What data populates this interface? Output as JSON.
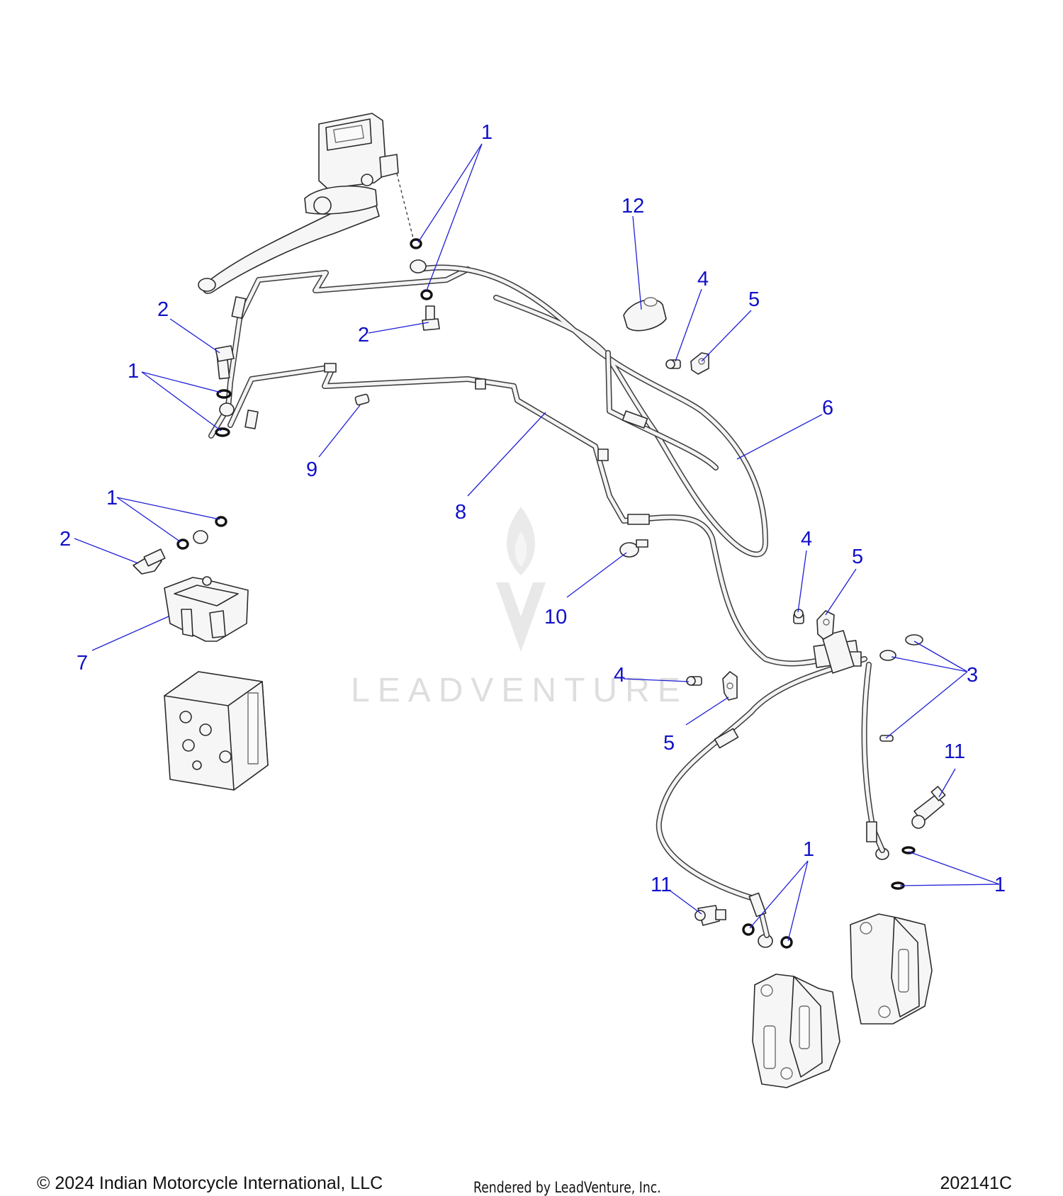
{
  "footer": {
    "copyright": "© 2024 Indian Motorcycle International, LLC",
    "rendered_by": "Rendered by LeadVenture, Inc.",
    "diagram_code": "202141C"
  },
  "watermark": {
    "text": "LEADVENTURE"
  },
  "callouts": {
    "c1a": "1",
    "c1b": "1",
    "c1c": "1",
    "c1d": "1",
    "c1e": "1",
    "c2a": "2",
    "c2b": "2",
    "c2c": "2",
    "c3": "3",
    "c4a": "4",
    "c4b": "4",
    "c4c": "4",
    "c5a": "5",
    "c5b": "5",
    "c5c": "5",
    "c6": "6",
    "c7": "7",
    "c8": "8",
    "c9": "9",
    "c10": "10",
    "c11a": "11",
    "c11b": "11",
    "c12": "12"
  },
  "colors": {
    "callout": "#1010c8",
    "line_art": "#2b2b2b",
    "watermark": "#dedede"
  }
}
